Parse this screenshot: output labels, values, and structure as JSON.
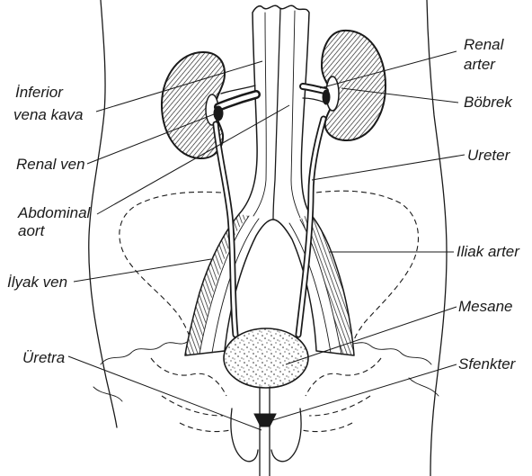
{
  "figure": {
    "labels": {
      "inferior_vena_kava": {
        "line1": "İnferior",
        "line2": "vena kava"
      },
      "renal_ven": "Renal ven",
      "abdominal_aort": {
        "line1": "Abdominal",
        "line2": "aort"
      },
      "ilyak_ven": "İlyak ven",
      "uretra": "Üretra",
      "renal_arter": {
        "line1": "Renal",
        "line2": "arter"
      },
      "bobrek": "Böbrek",
      "ureter": "Ureter",
      "iliak_arter": "Iliak arter",
      "mesane": "Mesane",
      "sfenkter": "Sfenkter"
    }
  },
  "colors": {
    "ink": "#1a1a1a",
    "background": "#ffffff"
  }
}
